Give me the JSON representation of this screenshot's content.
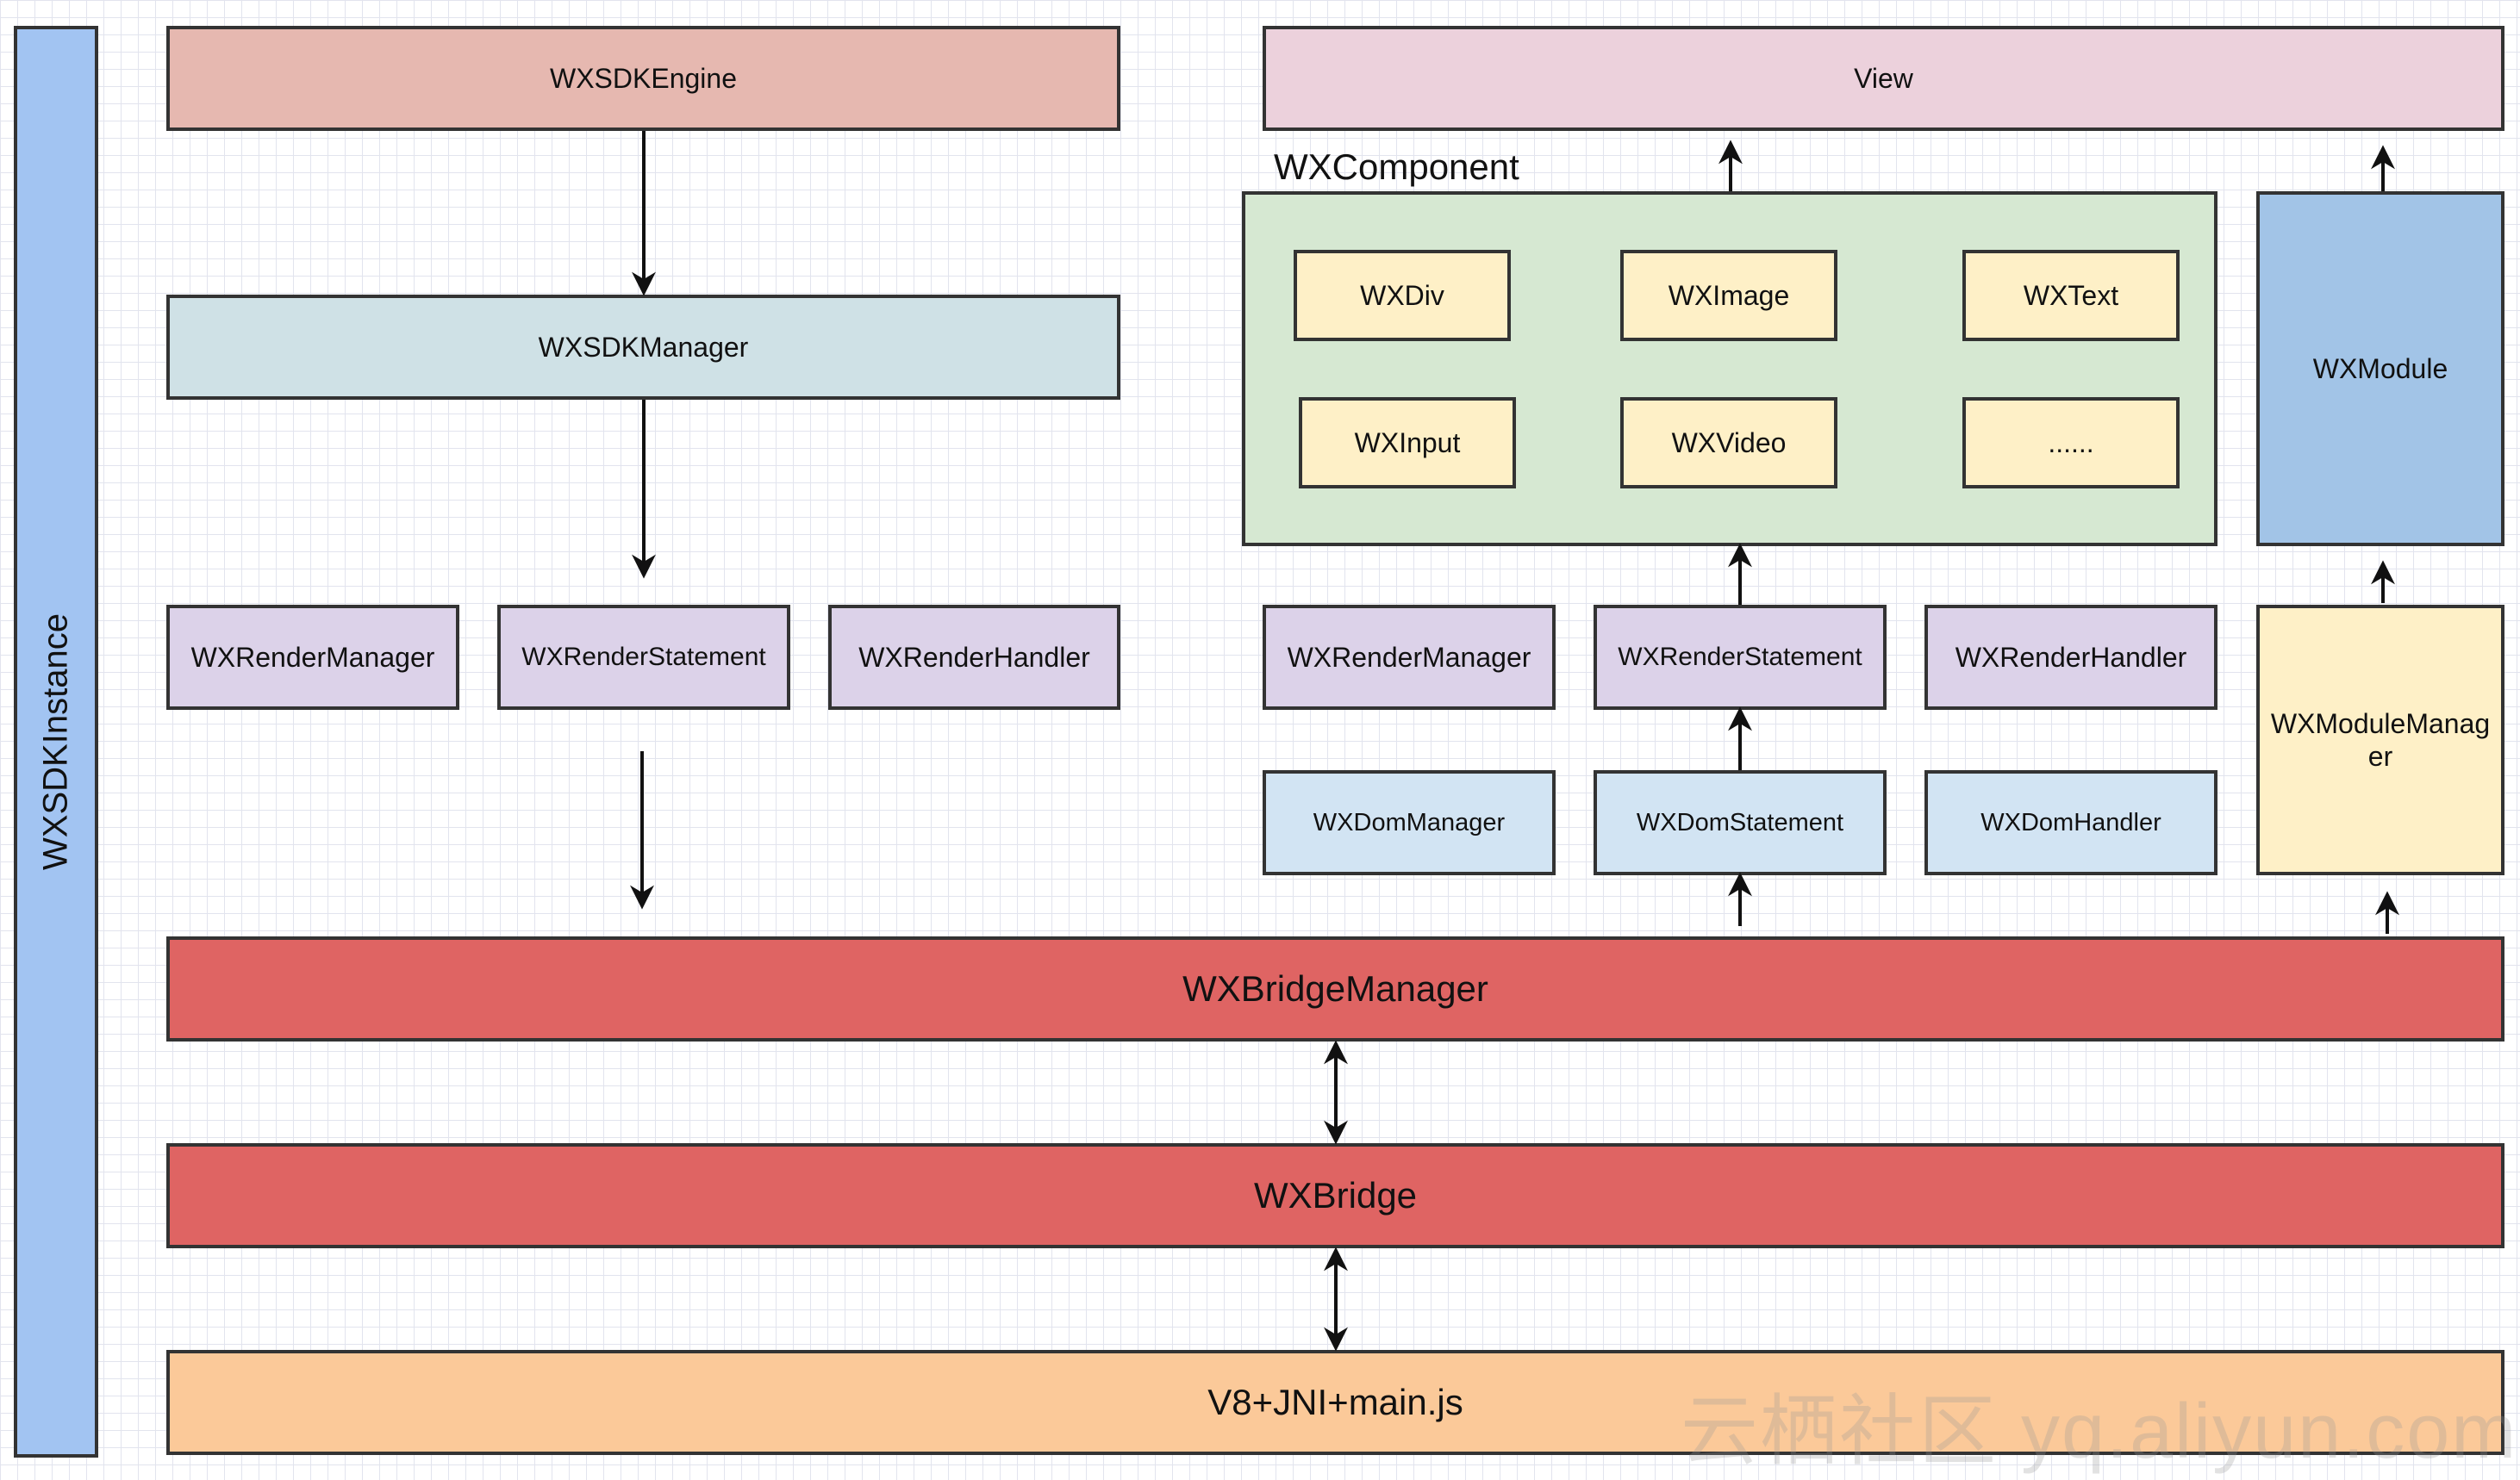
{
  "instance_label": "WXSDKInstance",
  "left": {
    "engine": "WXSDKEngine",
    "sdk_manager": "WXSDKManager",
    "render_manager": "WXRenderManager",
    "render_statement": "WXRenderStatement",
    "render_handler": "WXRenderHandler"
  },
  "right": {
    "view": "View",
    "component_title": "WXComponent",
    "components": [
      "WXDiv",
      "WXImage",
      "WXText",
      "WXInput",
      "WXVideo",
      "......"
    ],
    "module": "WXModule",
    "module_manager": "WXModuleManag\ner",
    "render_manager": "WXRenderManager",
    "render_statement": "WXRenderStatement",
    "render_handler": "WXRenderHandler",
    "dom_manager": "WXDomManager",
    "dom_statement": "WXDomStatement",
    "dom_handler": "WXDomHandler"
  },
  "bridge_manager": "WXBridgeManager",
  "bridge": "WXBridge",
  "runtime": "V8+JNI+main.js",
  "watermark": "云栖社区 yq.aliyun.com"
}
